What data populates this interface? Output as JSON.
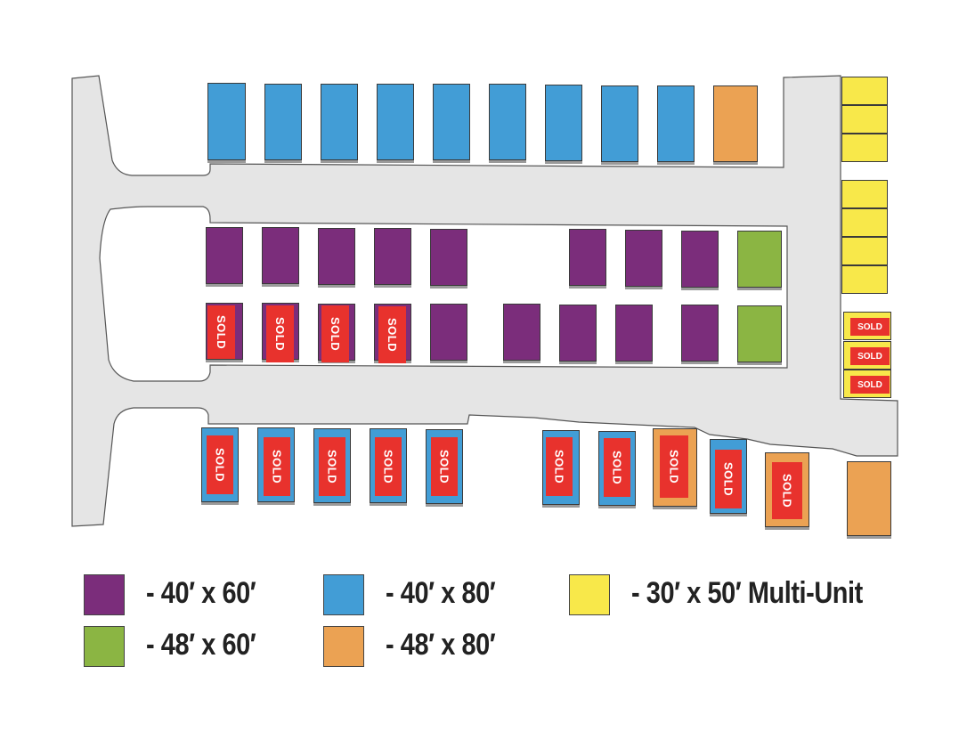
{
  "colors": {
    "purple": "#7b2d7b",
    "blue": "#429dd6",
    "yellow": "#f8e84a",
    "green": "#8bb543",
    "orange": "#eba253",
    "sold": "#e8322d",
    "road": "#e5e5e5"
  },
  "sold_label": "SOLD",
  "lots": [
    {
      "row": "top",
      "color": "blue",
      "sold": false
    },
    {
      "row": "top",
      "color": "blue",
      "sold": false
    },
    {
      "row": "top",
      "color": "blue",
      "sold": false
    },
    {
      "row": "top",
      "color": "blue",
      "sold": false
    },
    {
      "row": "top",
      "color": "blue",
      "sold": false
    },
    {
      "row": "top",
      "color": "blue",
      "sold": false
    },
    {
      "row": "top",
      "color": "blue",
      "sold": false
    },
    {
      "row": "top",
      "color": "blue",
      "sold": false
    },
    {
      "row": "top",
      "color": "blue",
      "sold": false
    },
    {
      "row": "top",
      "color": "orange",
      "sold": false
    },
    {
      "row": "middle-1",
      "color": "purple",
      "sold": false
    },
    {
      "row": "middle-1",
      "color": "purple",
      "sold": false
    },
    {
      "row": "middle-1",
      "color": "purple",
      "sold": false
    },
    {
      "row": "middle-1",
      "color": "purple",
      "sold": false
    },
    {
      "row": "middle-1",
      "color": "purple",
      "sold": false
    },
    {
      "row": "middle-1",
      "color": "purple",
      "sold": false
    },
    {
      "row": "middle-1",
      "color": "purple",
      "sold": false
    },
    {
      "row": "middle-1",
      "color": "purple",
      "sold": false
    },
    {
      "row": "middle-1",
      "color": "green",
      "sold": false
    },
    {
      "row": "middle-2",
      "color": "purple",
      "sold": true
    },
    {
      "row": "middle-2",
      "color": "purple",
      "sold": true
    },
    {
      "row": "middle-2",
      "color": "purple",
      "sold": true
    },
    {
      "row": "middle-2",
      "color": "purple",
      "sold": true
    },
    {
      "row": "middle-2",
      "color": "purple",
      "sold": false
    },
    {
      "row": "middle-2",
      "color": "purple",
      "sold": false
    },
    {
      "row": "middle-2",
      "color": "purple",
      "sold": false
    },
    {
      "row": "middle-2",
      "color": "purple",
      "sold": false
    },
    {
      "row": "middle-2",
      "color": "purple",
      "sold": false
    },
    {
      "row": "middle-2",
      "color": "green",
      "sold": false
    },
    {
      "row": "bottom",
      "color": "blue",
      "sold": true
    },
    {
      "row": "bottom",
      "color": "blue",
      "sold": true
    },
    {
      "row": "bottom",
      "color": "blue",
      "sold": true
    },
    {
      "row": "bottom",
      "color": "blue",
      "sold": true
    },
    {
      "row": "bottom",
      "color": "blue",
      "sold": true
    },
    {
      "row": "bottom",
      "color": "blue",
      "sold": true
    },
    {
      "row": "bottom",
      "color": "blue",
      "sold": true
    },
    {
      "row": "bottom",
      "color": "orange",
      "sold": true
    },
    {
      "row": "bottom",
      "color": "blue",
      "sold": true
    },
    {
      "row": "bottom",
      "color": "orange",
      "sold": true
    },
    {
      "row": "bottom",
      "color": "orange",
      "sold": true
    },
    {
      "row": "right",
      "color": "yellow",
      "sold": false
    },
    {
      "row": "right",
      "color": "yellow",
      "sold": false
    },
    {
      "row": "right",
      "color": "yellow",
      "sold": false
    },
    {
      "row": "right",
      "color": "yellow",
      "sold": false
    },
    {
      "row": "right",
      "color": "yellow",
      "sold": false
    },
    {
      "row": "right",
      "color": "yellow",
      "sold": false
    },
    {
      "row": "right",
      "color": "yellow",
      "sold": false
    },
    {
      "row": "right",
      "color": "yellow",
      "sold": true
    },
    {
      "row": "right",
      "color": "yellow",
      "sold": true
    },
    {
      "row": "right",
      "color": "yellow",
      "sold": true
    }
  ],
  "legend": [
    {
      "color": "purple",
      "label": "- 40′ x 60′"
    },
    {
      "color": "blue",
      "label": "- 40′ x 80′"
    },
    {
      "color": "yellow",
      "label": "- 30′ x 50′ Multi-Unit"
    },
    {
      "color": "green",
      "label": "- 48′ x 60′"
    },
    {
      "color": "orange",
      "label": "- 48′ x 80′"
    }
  ]
}
